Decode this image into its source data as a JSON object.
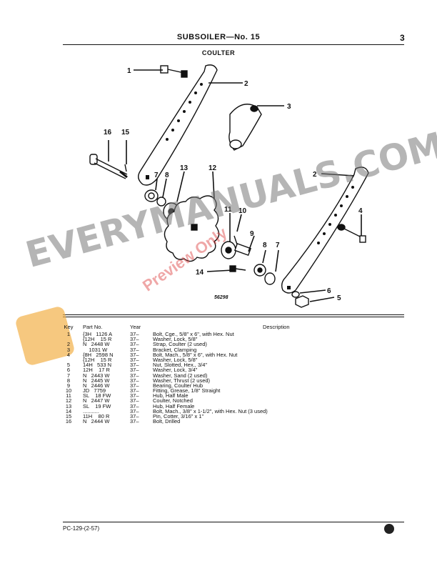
{
  "header": {
    "title": "SUBSOILER—No. 15",
    "page_number": "3"
  },
  "section_title": "COULTER",
  "diagram": {
    "figure_number": "56298",
    "callouts": [
      "1",
      "2",
      "3",
      "16",
      "15",
      "7",
      "8",
      "13",
      "12",
      "2",
      "11",
      "10",
      "9",
      "4",
      "8",
      "7",
      "14",
      "6",
      "5"
    ]
  },
  "table": {
    "headers": {
      "key": "Key",
      "part_no": "Part No.",
      "year": "Year",
      "description": "Description"
    },
    "rows": [
      {
        "key": "1",
        "part": "{3H   1126 A",
        "year": "37–",
        "desc": "Bolt, Cge., 5/8\" x 6\", with Hex. Nut"
      },
      {
        "key": "",
        "part": "{12H    15 R",
        "year": "37–",
        "desc": "Washer, Lock, 5/8\""
      },
      {
        "key": "2",
        "part": "N   2448 W",
        "year": "37–",
        "desc": "Strap, Coulter (2 used)"
      },
      {
        "key": "3",
        "part": "    1031 W",
        "year": "37–",
        "desc": "Bracket, Clamping"
      },
      {
        "key": "4",
        "part": "{8H   2598 N",
        "year": "37–",
        "desc": "Bolt, Mach., 5/8\" x 6\", with Hex. Nut"
      },
      {
        "key": "",
        "part": "{12H    15 R",
        "year": "37–",
        "desc": "Washer, Lock, 5/8\""
      },
      {
        "key": "5",
        "part": "14H   533 N",
        "year": "37–",
        "desc": "Nut, Slotted, Hex., 3/4\""
      },
      {
        "key": "6",
        "part": "12H    17 R",
        "year": "37–",
        "desc": "Washer, Lock, 3/4\""
      },
      {
        "key": "7",
        "part": "N   2443 W",
        "year": "37–",
        "desc": "Washer, Sand (2 used)"
      },
      {
        "key": "8",
        "part": "N   2445 W",
        "year": "37–",
        "desc": "Washer, Thrust (2 used)"
      },
      {
        "key": "9",
        "part": "N   2446 W",
        "year": "37–",
        "desc": "Bearing, Coulter Hub"
      },
      {
        "key": "10",
        "part": "JD   7759",
        "year": "37–",
        "desc": "Fitting, Grease, 1/8\" Straight"
      },
      {
        "key": "11",
        "part": "SL    18 FW",
        "year": "37–",
        "desc": "Hub, Half Male"
      },
      {
        "key": "12",
        "part": "N   2447 W",
        "year": "37–",
        "desc": "Coulter, Notched"
      },
      {
        "key": "13",
        "part": "SL    19 FW",
        "year": "37–",
        "desc": "Hub, Half Female"
      },
      {
        "key": "14",
        "part": "...........",
        "year": "37–",
        "desc": "Bolt, Mach., 3/8\" x 1-1/2\", with Hex. Nut (3 used)"
      },
      {
        "key": "15",
        "part": "11H    80 R",
        "year": "37–",
        "desc": "Pin, Cotter, 3/16\" x 1\""
      },
      {
        "key": "16",
        "part": "N   2444 W",
        "year": "37–",
        "desc": "Bolt, Drilled"
      }
    ]
  },
  "footer": {
    "code": "PC-129-(2-57)"
  },
  "watermark": {
    "text": "EVERYMANUALS.COM",
    "preview": "Preview Only"
  }
}
